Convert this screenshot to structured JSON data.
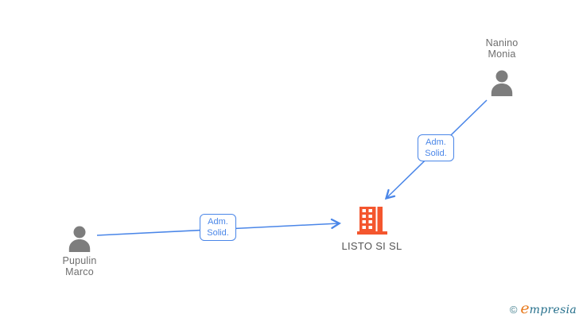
{
  "canvas": {
    "background": "#ffffff"
  },
  "diagram": {
    "people": [
      {
        "id": "nanino-monia",
        "name_line1": "Nanino",
        "name_line2": "Monia"
      },
      {
        "id": "pupulin-marco",
        "name_line1": "Pupulin",
        "name_line2": "Marco"
      }
    ],
    "company": {
      "name": "LISTO SI SL"
    },
    "edges": [
      {
        "from": "Pupulin Marco",
        "to": "LISTO SI SL",
        "label_line1": "Adm.",
        "label_line2": "Solid."
      },
      {
        "from": "Nanino Monia",
        "to": "LISTO SI SL",
        "label_line1": "Adm.",
        "label_line2": "Solid."
      }
    ],
    "colors": {
      "edge_blue": "#4a86e8",
      "person_gray": "#7d7d7d",
      "building_orange": "#f4562e",
      "name_text": "#6e6e6e",
      "company_text": "#555555"
    }
  },
  "footer": {
    "copyright_symbol": "©",
    "brand_initial": "e",
    "brand_rest": "mpresia"
  }
}
